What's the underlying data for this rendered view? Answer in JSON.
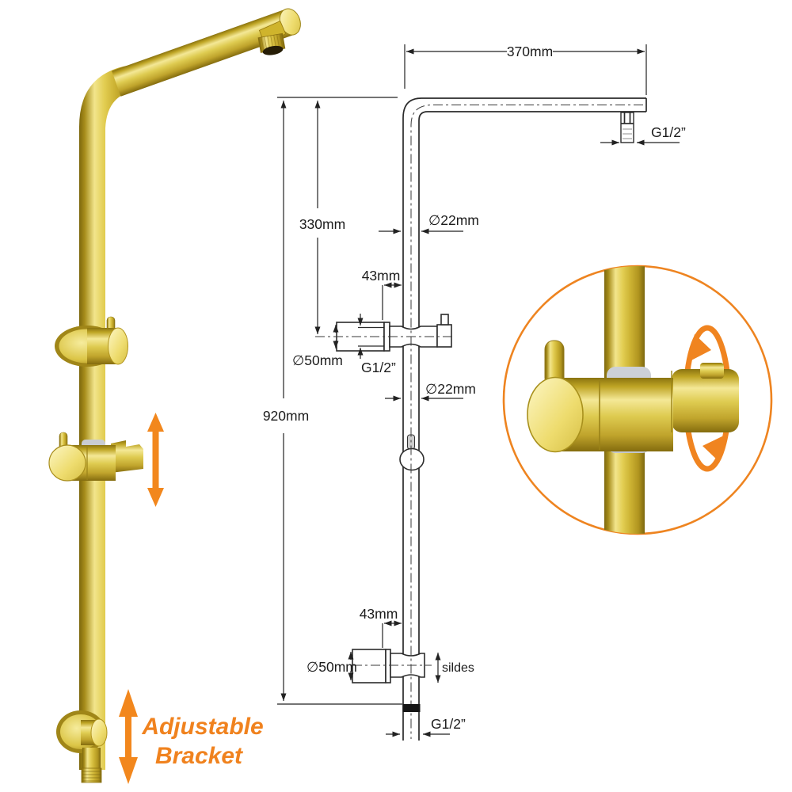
{
  "dimensions": {
    "top_width": "370mm",
    "top_thread": "G1/2”",
    "upper_height": "330mm",
    "pipe_diameter_top": "∅22mm",
    "bracket_offset_top": "43mm",
    "flange_diameter_top": "∅50mm",
    "bracket_thread": "G1/2”",
    "pipe_diameter_mid": "∅22mm",
    "total_height": "920mm",
    "bracket_offset_bottom": "43mm",
    "flange_diameter_bottom": "∅50mm",
    "slides_note": "sildes",
    "bottom_thread": "G1/2”"
  },
  "callout": {
    "line1": "Adjustable",
    "line2": "Bracket"
  },
  "colors": {
    "accent_orange": "#F0841E",
    "gold": "#D9C23C",
    "gold_highlight": "#F2E58C",
    "gold_shadow": "#7D680E",
    "drawing_line": "#2B2B2B",
    "background": "#FFFFFF"
  }
}
